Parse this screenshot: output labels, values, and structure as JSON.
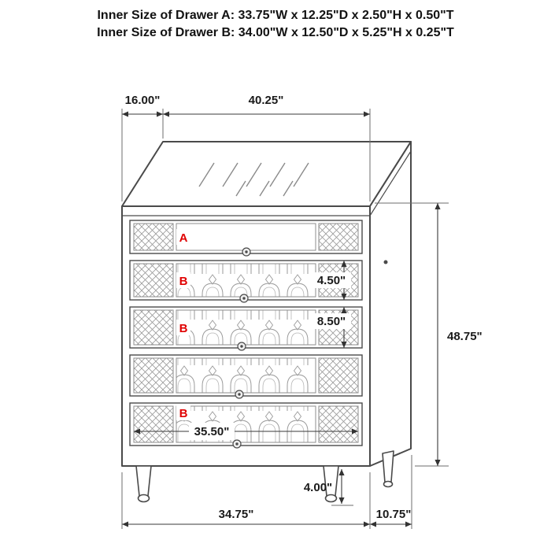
{
  "header": {
    "line1": "Inner Size of Drawer A: 33.75\"W x 12.25\"D x 2.50\"H x 0.50\"T",
    "line2": "Inner Size of Drawer B: 34.00\"W x 12.50\"D x 5.25\"H x 0.25\"T"
  },
  "dimensions": {
    "top_depth": "16.00\"",
    "top_width": "40.25\"",
    "overall_height": "48.75\"",
    "drawer_a_face_height": "4.50\"",
    "drawer_b_face_height": "8.50\"",
    "inner_width": "35.50\"",
    "leg_height": "4.00\"",
    "base_width": "34.75\"",
    "base_depth": "10.75\""
  },
  "drawers": [
    {
      "label": "A"
    },
    {
      "label": "B"
    },
    {
      "label": "B"
    },
    {
      "label": ""
    },
    {
      "label": "B"
    }
  ],
  "colors": {
    "label_red": "#e00000",
    "line": "#4a4a4a",
    "text": "#1a1a1a"
  }
}
